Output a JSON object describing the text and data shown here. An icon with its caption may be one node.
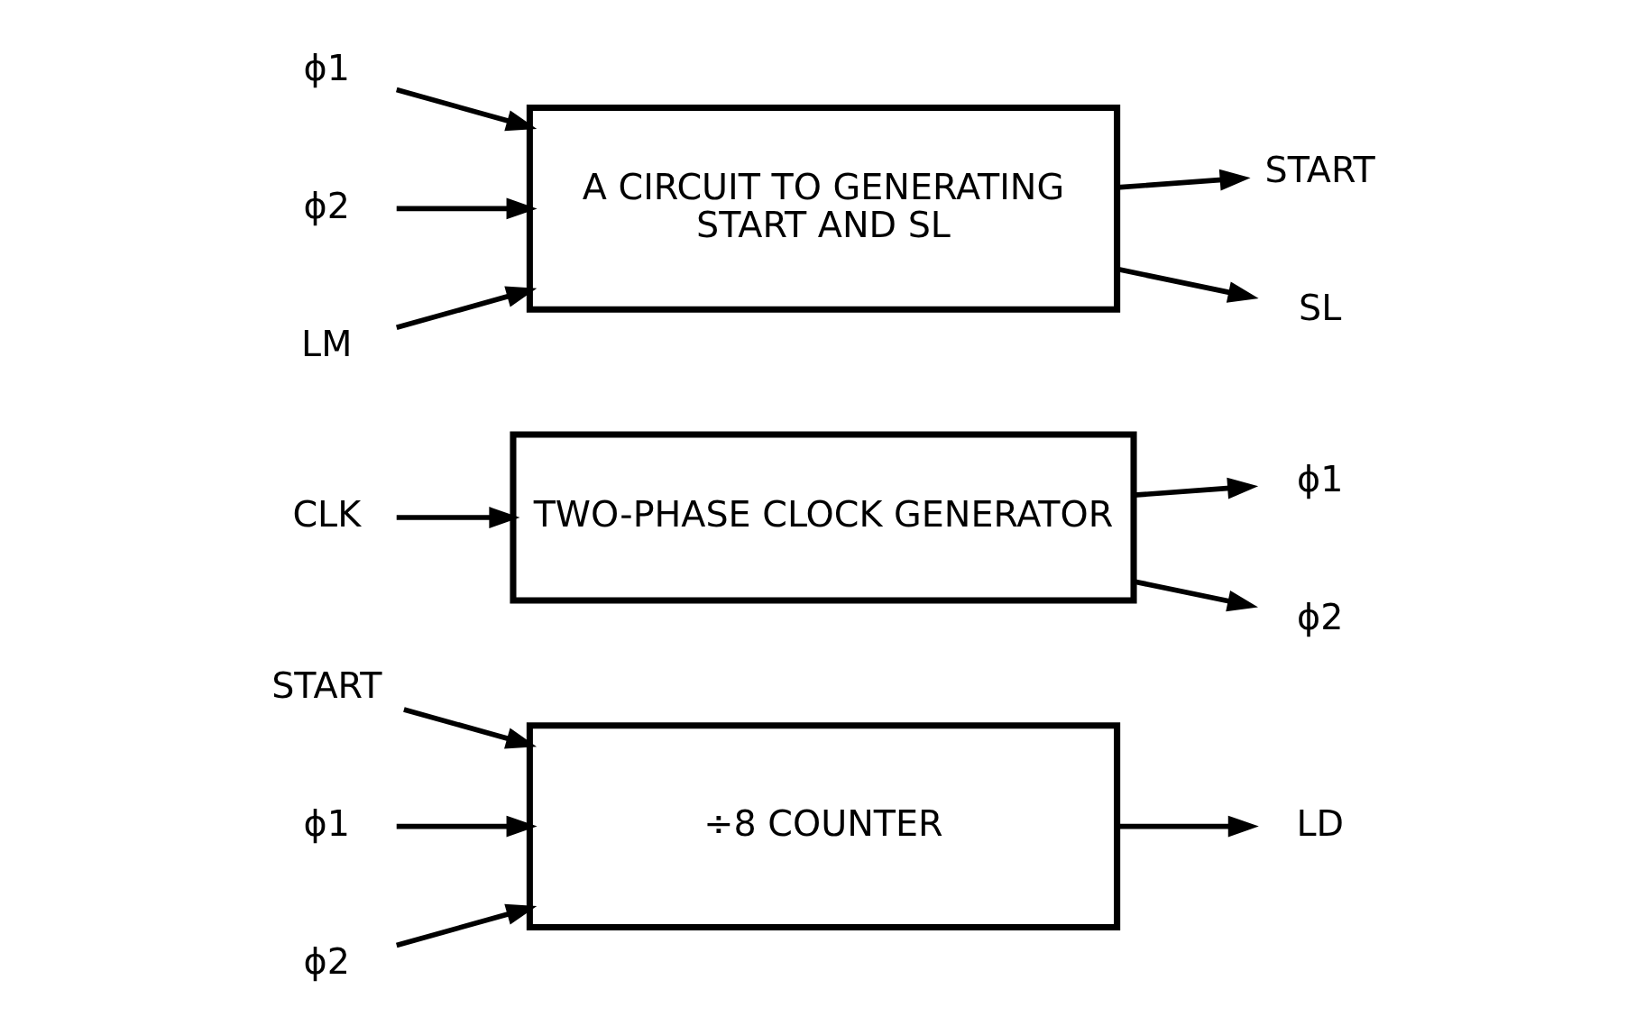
{
  "diagram": {
    "nodes": [
      {
        "text": [
          "START"
        ]
      },
      {
        "text": [
          "ϕ1"
        ]
      },
      {
        "text": [
          "ϕ2"
        ]
      },
      {
        "text": [
          "÷8 COUNTER"
        ]
      },
      {
        "text": [
          "LD"
        ]
      },
      {
        "text": [
          "CLK"
        ]
      },
      {
        "text": [
          "TWO-PHASE CLOCK GENERATOR"
        ]
      },
      {
        "text": [
          "ϕ1"
        ]
      },
      {
        "text": [
          "ϕ2"
        ]
      },
      {
        "text": [
          "ϕ1"
        ]
      },
      {
        "text": [
          "ϕ2"
        ]
      },
      {
        "text": [
          "LM"
        ]
      },
      {
        "text": [
          "A CIRCUIT TO GENERATING START AND SL"
        ]
      },
      {
        "text": [
          "START"
        ]
      },
      {
        "text": [
          "SL"
        ]
      }
    ],
    "edges": [
      {
        "from": 0,
        "to": 3,
        "arrow": "to"
      },
      {
        "from": 1,
        "to": 3,
        "arrow": "to"
      },
      {
        "from": 2,
        "to": 3,
        "arrow": "to"
      },
      {
        "from": 3,
        "to": 4,
        "arrow": "to"
      },
      {
        "from": 5,
        "to": 6,
        "arrow": "to"
      },
      {
        "from": 6,
        "to": 7,
        "arrow": "to"
      },
      {
        "from": 6,
        "to": 8,
        "arrow": "to"
      },
      {
        "from": 9,
        "to": 12,
        "arrow": "to"
      },
      {
        "from": 10,
        "to": 12,
        "arrow": "to"
      },
      {
        "from": 11,
        "to": 12,
        "arrow": "to"
      },
      {
        "from": 12,
        "to": 13,
        "arrow": "to"
      },
      {
        "from": 12,
        "to": 14,
        "arrow": "to"
      }
    ]
  }
}
